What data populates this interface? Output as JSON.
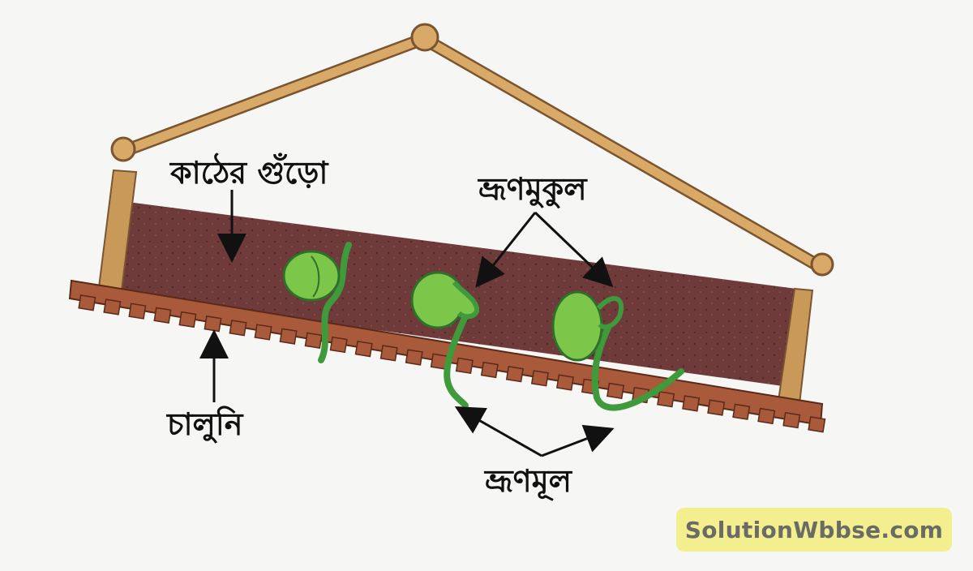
{
  "labels": {
    "sawdust": "কাঠের গুঁড়ো",
    "plumule": "ভ্রূণমুকুল",
    "sieve": "চালুনি",
    "radicle": "ভ্রূণমূল"
  },
  "watermark": "SolutionWbbse.com",
  "colors": {
    "sawdust": "#6e3a3a",
    "wood": "#c9995a",
    "sieve": "#a85a3a",
    "seed": "#7cc74a",
    "stem": "#3e9a3a"
  }
}
